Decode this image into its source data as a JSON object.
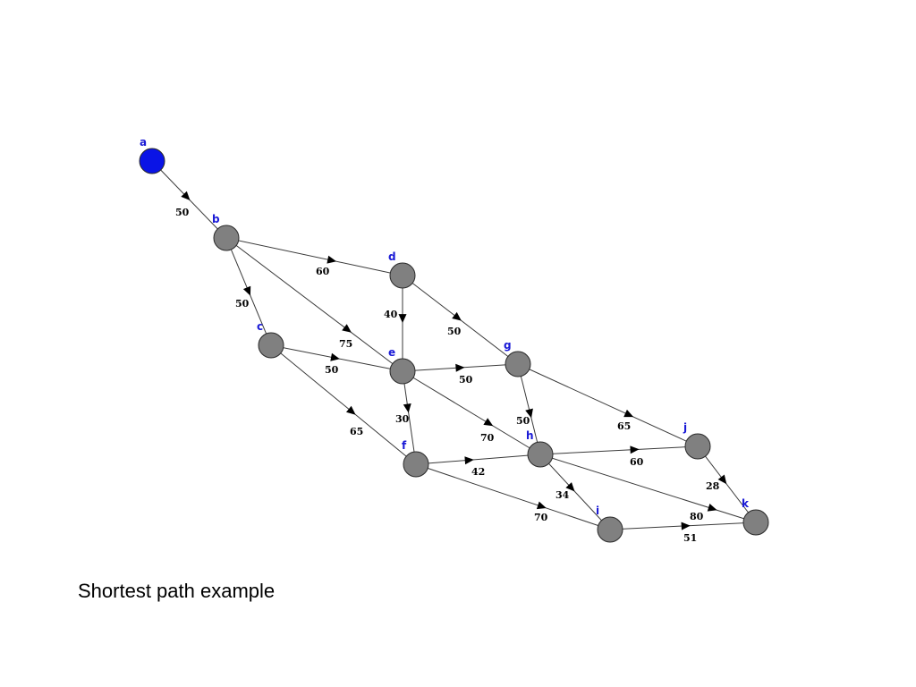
{
  "caption": "Shortest path example",
  "colors": {
    "start_node": "#0a14e6",
    "node": "#808080",
    "label": "#1a1ad6",
    "edge": "#3a3a3a"
  },
  "nodes": [
    {
      "id": "a",
      "start": true
    },
    {
      "id": "b"
    },
    {
      "id": "c"
    },
    {
      "id": "d"
    },
    {
      "id": "e"
    },
    {
      "id": "f"
    },
    {
      "id": "g"
    },
    {
      "id": "h"
    },
    {
      "id": "i"
    },
    {
      "id": "j"
    },
    {
      "id": "k"
    }
  ],
  "edges": [
    {
      "from": "a",
      "to": "b",
      "weight": "50"
    },
    {
      "from": "b",
      "to": "d",
      "weight": "60"
    },
    {
      "from": "b",
      "to": "c",
      "weight": "50"
    },
    {
      "from": "b",
      "to": "e",
      "weight": "75"
    },
    {
      "from": "d",
      "to": "e",
      "weight": "40"
    },
    {
      "from": "d",
      "to": "g",
      "weight": "50"
    },
    {
      "from": "c",
      "to": "e",
      "weight": "50"
    },
    {
      "from": "c",
      "to": "f",
      "weight": "65"
    },
    {
      "from": "e",
      "to": "g",
      "weight": "50"
    },
    {
      "from": "e",
      "to": "f",
      "weight": "30"
    },
    {
      "from": "e",
      "to": "h",
      "weight": "70"
    },
    {
      "from": "g",
      "to": "h",
      "weight": "50"
    },
    {
      "from": "g",
      "to": "j",
      "weight": "65"
    },
    {
      "from": "f",
      "to": "h",
      "weight": "42"
    },
    {
      "from": "f",
      "to": "i",
      "weight": "70"
    },
    {
      "from": "h",
      "to": "j",
      "weight": "60"
    },
    {
      "from": "h",
      "to": "i",
      "weight": "34"
    },
    {
      "from": "h",
      "to": "k",
      "weight": "80"
    },
    {
      "from": "j",
      "to": "k",
      "weight": "28"
    },
    {
      "from": "i",
      "to": "k",
      "weight": "51"
    }
  ]
}
